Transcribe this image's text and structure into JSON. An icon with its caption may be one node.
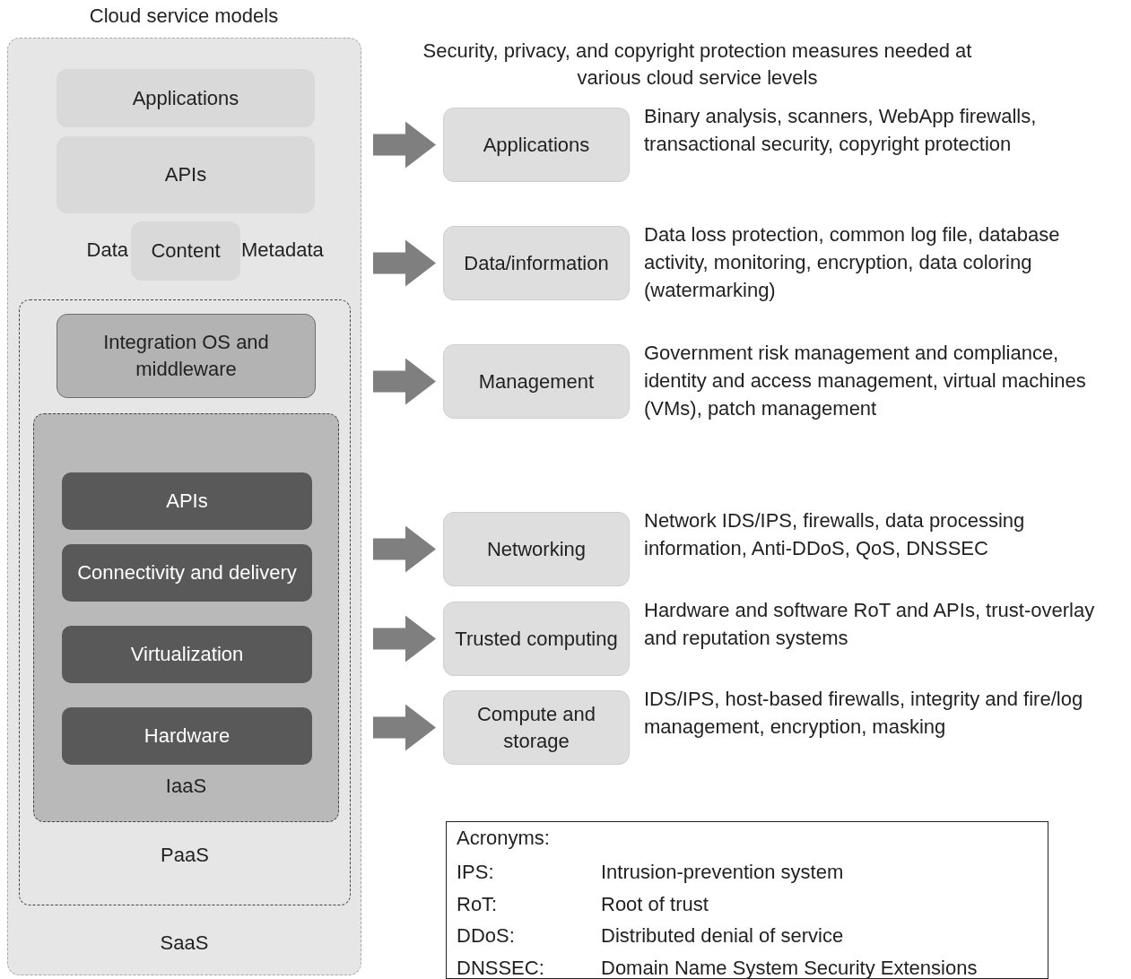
{
  "diagram": {
    "nodes": [
      {
        "text": [
          "SaaS"
        ]
      },
      {
        "text": [
          "Applications"
        ],
        "in": 0
      },
      {
        "text": [
          "APIs"
        ],
        "in": 0
      },
      {
        "text": [
          "Content"
        ],
        "in": 0,
        "beside": [
          "Data",
          "Metadata"
        ]
      },
      {
        "text": [
          "PaaS"
        ],
        "in": 0
      },
      {
        "text": [
          "Integration OS and middleware"
        ],
        "in": 4
      },
      {
        "text": [
          "IaaS"
        ],
        "in": 4
      },
      {
        "text": [
          "APIs"
        ],
        "in": 6
      },
      {
        "text": [
          "Connectivity and delivery"
        ],
        "in": 6
      },
      {
        "text": [
          "Virtualization"
        ],
        "in": 6
      },
      {
        "text": [
          "Hardware"
        ],
        "in": 6
      },
      {
        "text": [
          "Applications"
        ],
        "beside": [
          "Binary analysis, scanners, WebApp firewalls, transactional security, copyright protection"
        ]
      },
      {
        "text": [
          "Data/information"
        ],
        "beside": [
          "Data loss protection, common log file, database activity, monitoring, encryption, data coloring (watermarking)"
        ]
      },
      {
        "text": [
          "Management"
        ],
        "beside": [
          "Government risk management and compliance, identity and access management, virtual machines (VMs), patch management"
        ]
      },
      {
        "text": [
          "Networking"
        ],
        "beside": [
          "Network IDS/IPS, firewalls, data processing information, Anti-DDoS, QoS, DNSSEC"
        ]
      },
      {
        "text": [
          "Trusted computing"
        ],
        "beside": [
          "Hardware and software RoT and APIs, trust-overlay and reputation systems"
        ]
      },
      {
        "text": [
          "Compute and storage"
        ],
        "beside": [
          "IDS/IPS, host-based firewalls, integrity and fire/log management, encryption, masking"
        ]
      },
      {
        "text": [
          "Acronyms:"
        ]
      }
    ],
    "edges": [
      {
        "from": 0,
        "to": 11,
        "arrow": "to"
      },
      {
        "from": 0,
        "to": 12,
        "arrow": "to"
      },
      {
        "from": 0,
        "to": 13,
        "arrow": "to"
      },
      {
        "from": 0,
        "to": 14,
        "arrow": "to"
      },
      {
        "from": 0,
        "to": 15,
        "arrow": "to"
      },
      {
        "from": 0,
        "to": 16,
        "arrow": "to"
      }
    ],
    "labels": [
      "Cloud service models",
      "Security, privacy, and copyright protection measures needed at various cloud service levels",
      "IPS:",
      "Intrusion-prevention system",
      "RoT:",
      "Root of trust",
      "DDoS:",
      "Distributed denial of service",
      "DNSSEC:",
      "Domain Name System Security Extensions"
    ]
  }
}
